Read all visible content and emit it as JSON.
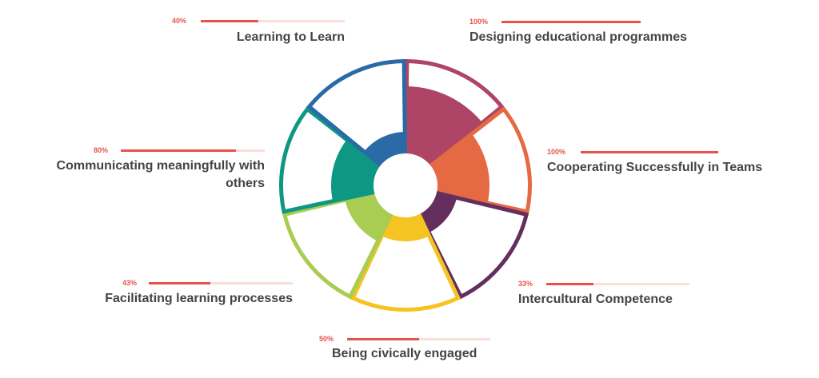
{
  "chart_data": {
    "type": "polar-area",
    "title": "",
    "center": [
      507,
      232
    ],
    "outer_radius": 158,
    "inner_radius": 40,
    "segments": [
      {
        "label": "Designing educational programmes",
        "value": 100,
        "value_label": "100%",
        "color": "#AE4566",
        "fill_radius": 124
      },
      {
        "label": "Cooperating Successfully in Teams",
        "value": 100,
        "value_label": "100%",
        "color": "#E56A44",
        "fill_radius": 105
      },
      {
        "label": "Intercultural Competence",
        "value": 33,
        "value_label": "33%",
        "color": "#642F5E",
        "fill_radius": 66
      },
      {
        "label": "Being civically engaged",
        "value": 50,
        "value_label": "50%",
        "color": "#F5C422",
        "fill_radius": 70
      },
      {
        "label": "Facilitating learning processes",
        "value": 43,
        "value_label": "43%",
        "color": "#A9CC52",
        "fill_radius": 78
      },
      {
        "label": "Communicating meaningfully with others",
        "value": 80,
        "value_label": "80%",
        "color": "#0E9883",
        "fill_radius": 93
      },
      {
        "label": "Learning to Learn",
        "value": 40,
        "value_label": "40%",
        "color": "#2A6AA6",
        "fill_radius": 67
      }
    ],
    "progress_bar_color": "#E8524A",
    "progress_track_color": "#FBDDDB"
  },
  "labels": {
    "learning": {
      "pct": "40%",
      "title": "Learning to Learn",
      "value": 40
    },
    "designing": {
      "pct": "100%",
      "title": "Designing educational programmes",
      "value": 100
    },
    "cooperating": {
      "pct": "100%",
      "title": "Cooperating Successfully in Teams",
      "value": 100
    },
    "communicating": {
      "pct": "80%",
      "title_line1": "Communicating meaningfully with",
      "title_line2": "others",
      "value": 80
    },
    "facilitating": {
      "pct": "43%",
      "title": "Facilitating learning processes",
      "value": 43
    },
    "intercultural": {
      "pct": "33%",
      "title": "Intercultural Competence",
      "value": 33
    },
    "civic": {
      "pct": "50%",
      "title": "Being civically engaged",
      "value": 50
    }
  }
}
